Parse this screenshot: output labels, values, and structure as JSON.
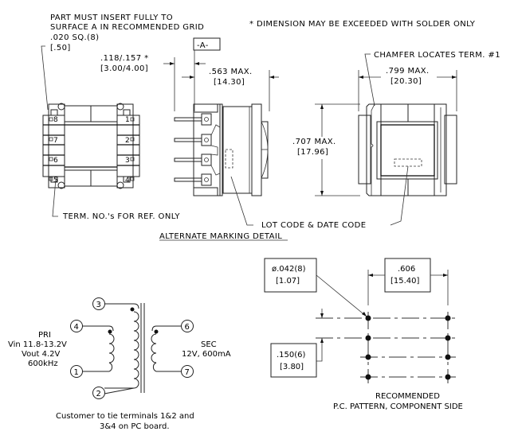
{
  "notes": {
    "insert_note_line1": "PART MUST INSERT FULLY TO",
    "insert_note_line2": "SURFACE A IN RECOMMENDED GRID",
    "pin_size_in": ".020 SQ.(8)",
    "pin_size_mm": "[.50]",
    "solder_note": "* DIMENSION MAY BE EXCEEDED WITH SOLDER ONLY",
    "datum_label": "-A-",
    "chamfer_note": "CHAMFER LOCATES TERM. #1",
    "term_note": "TERM. NO.'s FOR REF. ONLY",
    "lot_code_note": "LOT CODE & DATE CODE",
    "alt_marking": "ALTERNATE MARKING DETAIL"
  },
  "dimensions": {
    "standoff_in": ".118/.157 *",
    "standoff_mm": "[3.00/4.00]",
    "height_in": ".563 MAX.",
    "height_mm": "[14.30]",
    "length_in": ".799 MAX.",
    "length_mm": "[20.30]",
    "width_in": ".707 MAX.",
    "width_mm": "[17.96]"
  },
  "top_view": {
    "left_terminals": [
      "8",
      "7",
      "6",
      "5"
    ],
    "right_terminals": [
      "1",
      "2",
      "3",
      "4"
    ]
  },
  "schematic": {
    "pins": {
      "p1": "1",
      "p2": "2",
      "p3": "3",
      "p4": "4",
      "p6": "6",
      "p7": "7"
    },
    "pri_label": "PRI",
    "pri_vin": "Vin 11.8-13.2V",
    "pri_vout": "Vout 4.2V",
    "pri_freq": "600kHz",
    "sec_label": "SEC",
    "sec_rating": "12V, 600mA",
    "note_line1": "Customer to tie terminals 1&2 and",
    "note_line2": "3&4 on PC board."
  },
  "pcb_pattern": {
    "hole_dia_in": "ø.042(8)",
    "hole_dia_mm": "[1.07]",
    "row_spacing_in": ".606",
    "row_spacing_mm": "[15.40]",
    "pitch_in": ".150(6)",
    "pitch_mm": "[3.80]",
    "caption_line1": "RECOMMENDED",
    "caption_line2": "P.C. PATTERN, COMPONENT SIDE"
  }
}
